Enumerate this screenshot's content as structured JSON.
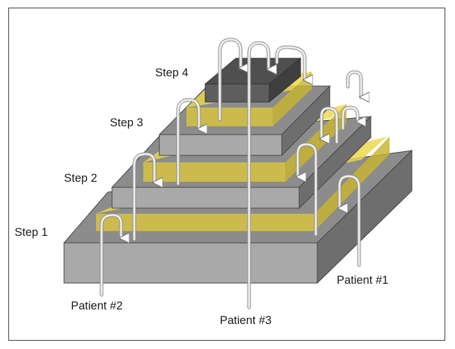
{
  "steps": [
    {
      "label": "Step 1"
    },
    {
      "label": "Step 2"
    },
    {
      "label": "Step 3"
    },
    {
      "label": "Step 4"
    }
  ],
  "patients": [
    {
      "label": "Patient #1"
    },
    {
      "label": "Patient #2"
    },
    {
      "label": "Patient #3"
    }
  ],
  "colors": {
    "top": "#8c8c8c",
    "front": "#a9a9a9",
    "side": "#6e6e6e",
    "dark_top": "#4f4f4f",
    "dark_front": "#5e5e5e",
    "dark_side": "#3f3f3f",
    "highlight": "#ecd94a",
    "arrow": "#d9d9d9"
  }
}
